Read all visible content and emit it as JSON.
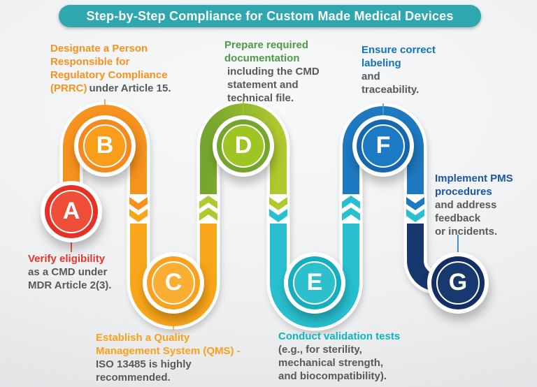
{
  "title": {
    "label": "Step-by-Step Compliance for Custom Made Medical Devices"
  },
  "palette": {
    "title_bg": "#2EA7AE",
    "text_gray": "#58595B",
    "path_orange": "#F6921E",
    "path_amber": "#FAA61A",
    "path_light_green": "#AFC92F",
    "path_green": "#76A62F",
    "path_teal": "#28C0D0",
    "path_blue": "#1E79C0",
    "path_light_blue": "#4D9FD6",
    "path_navy": "#16366E",
    "node_green_light": "#9FC525"
  },
  "steps": [
    {
      "letter": "A",
      "accent": "#E8332B",
      "node_outer": "#E63125",
      "node_inner": "#EF4E38",
      "heading_lines": [
        "Verify eligibility"
      ],
      "body_lines": [
        "as a CMD under",
        "MDR Article 2(3)."
      ]
    },
    {
      "letter": "B",
      "accent": "#F6921E",
      "node_outer": "#F5891E",
      "node_inner": "#F99E1A",
      "heading_lines": [
        "Designate a Person",
        "Responsible for",
        "Regulatory Compliance",
        "(PRRC)"
      ],
      "body_inline": "under Article 15."
    },
    {
      "letter": "C",
      "accent": "#F9A11B",
      "node_outer": "#F9A01C",
      "node_inner": "#FBAE34",
      "heading_lines": [
        "Establish a Quality",
        "Management System (QMS) -"
      ],
      "body_lines": [
        "ISO 13485 is highly",
        "recommended."
      ]
    },
    {
      "letter": "D",
      "accent": "#4D9B45",
      "node_outer": "#74A52F",
      "node_inner": "#9FC525",
      "heading_lines": [
        "Prepare required",
        "documentation"
      ],
      "body_lines": [
        "including the CMD",
        "statement and",
        "technical file."
      ]
    },
    {
      "letter": "E",
      "accent": "#0FB5BE",
      "node_outer": "#14AEBD",
      "node_inner": "#2BC0CC",
      "heading_lines": [
        "Conduct validation tests"
      ],
      "body_lines": [
        "(e.g., for sterility,",
        "mechanical strength,",
        "and biocompatibility)."
      ]
    },
    {
      "letter": "F",
      "accent": "#1273B9",
      "node_outer": "#1568B0",
      "node_inner": "#1D7AC4",
      "heading_lines": [
        "Ensure correct",
        "labeling"
      ],
      "body_lines": [
        "and",
        "traceability."
      ]
    },
    {
      "letter": "G",
      "accent": "#1B55A4",
      "node_outer": "#122F65",
      "node_inner": "#17396F",
      "heading_lines": [
        "Implement PMS",
        "procedures"
      ],
      "body_lines": [
        "and address",
        "feedback",
        "or incidents."
      ]
    }
  ]
}
